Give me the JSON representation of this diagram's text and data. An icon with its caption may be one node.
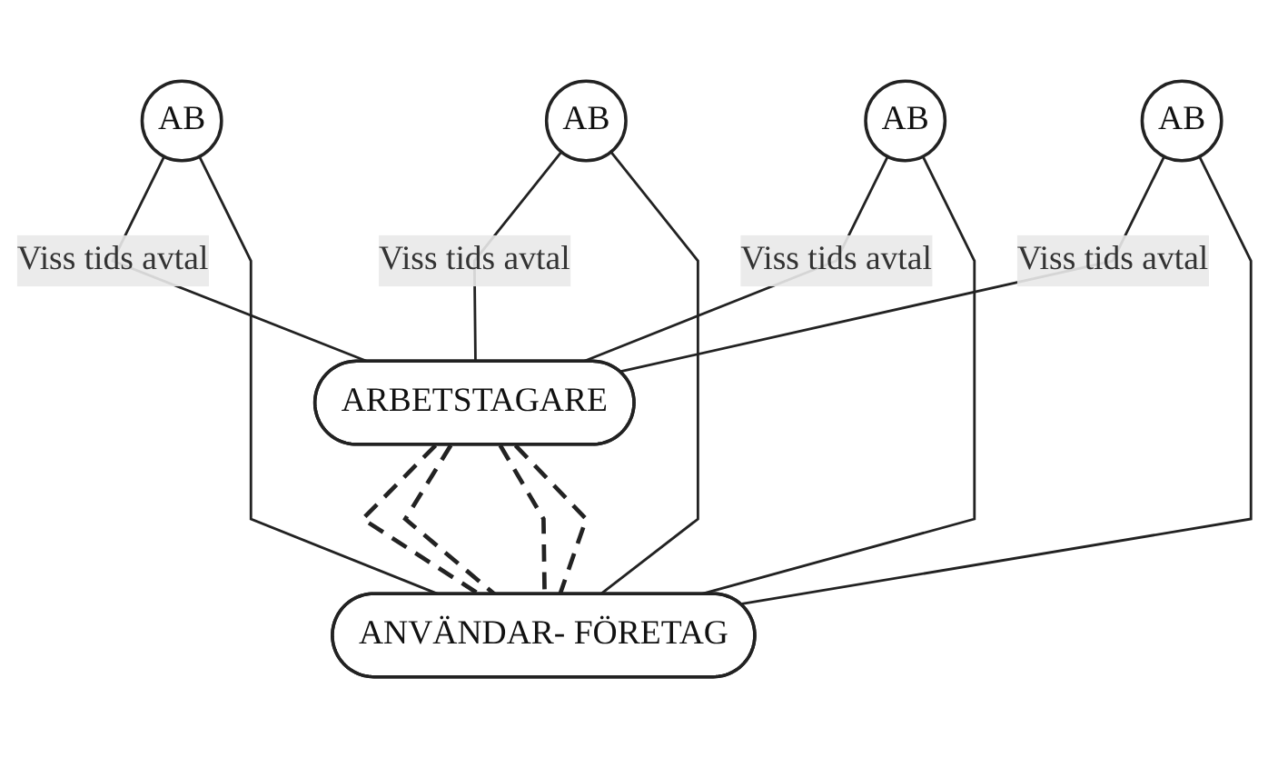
{
  "diagram": {
    "nodes": [
      {
        "text": [
          "AB"
        ]
      },
      {
        "text": [
          "AB"
        ]
      },
      {
        "text": [
          "AB"
        ]
      },
      {
        "text": [
          "AB"
        ]
      },
      {
        "text": [
          "ANVÄNDAR- FÖRETAG"
        ]
      },
      {
        "text": [
          "ARBETSTAGARE"
        ]
      }
    ],
    "edges": [
      {
        "from": 0,
        "to": 5,
        "arrow": "none",
        "label": "Viss tids avtal"
      },
      {
        "from": 1,
        "to": 5,
        "arrow": "none",
        "label": "Viss tids avtal"
      },
      {
        "from": 2,
        "to": 5,
        "arrow": "none",
        "label": "Viss tids avtal"
      },
      {
        "from": 3,
        "to": 5,
        "arrow": "none",
        "label": "Viss tids avtal"
      },
      {
        "from": 0,
        "to": 4,
        "arrow": "none"
      },
      {
        "from": 1,
        "to": 4,
        "arrow": "none"
      },
      {
        "from": 2,
        "to": 4,
        "arrow": "none"
      },
      {
        "from": 3,
        "to": 4,
        "arrow": "none"
      },
      {
        "from": 5,
        "to": 4,
        "arrow": "none",
        "style": "dashed"
      },
      {
        "from": 5,
        "to": 4,
        "arrow": "none",
        "style": "dashed"
      },
      {
        "from": 5,
        "to": 4,
        "arrow": "none",
        "style": "dashed"
      },
      {
        "from": 5,
        "to": 4,
        "arrow": "none",
        "style": "dashed"
      }
    ]
  }
}
